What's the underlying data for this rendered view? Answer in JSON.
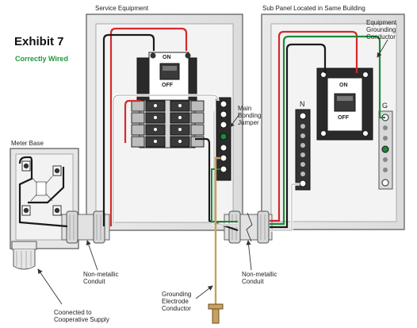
{
  "title": "Exhibit 7",
  "status": "Correctly Wired",
  "colors": {
    "status": "#1a9a3a",
    "hot_red": "#d42a2a",
    "hot_black": "#1a1a1a",
    "neutral_white": "#f4f4f4",
    "ground_green": "#1d8a3a",
    "bare_copper": "#c8a060"
  },
  "labels": {
    "service_equipment": "Service Equipment",
    "sub_panel": "Sub Panel Located in Same Building",
    "meter_base": "Meter Base",
    "main_bonding_jumper": "Main\nBonding\nJumper",
    "equipment_grounding_conductor": "Equipment\nGrounding\nConductor",
    "neutral_bar": "N",
    "ground_bar": "G",
    "conduit_left": "Non-metallic\nConduit",
    "conduit_right": "Non-metallic\nConduit",
    "grounding_electrode": "Grounding\nElectrode\nConductor",
    "supply": "Coonected to\nCooperative Supply"
  },
  "switches": {
    "main_on": "ON",
    "main_off": "OFF",
    "sub_on": "ON",
    "sub_off": "OFF"
  }
}
